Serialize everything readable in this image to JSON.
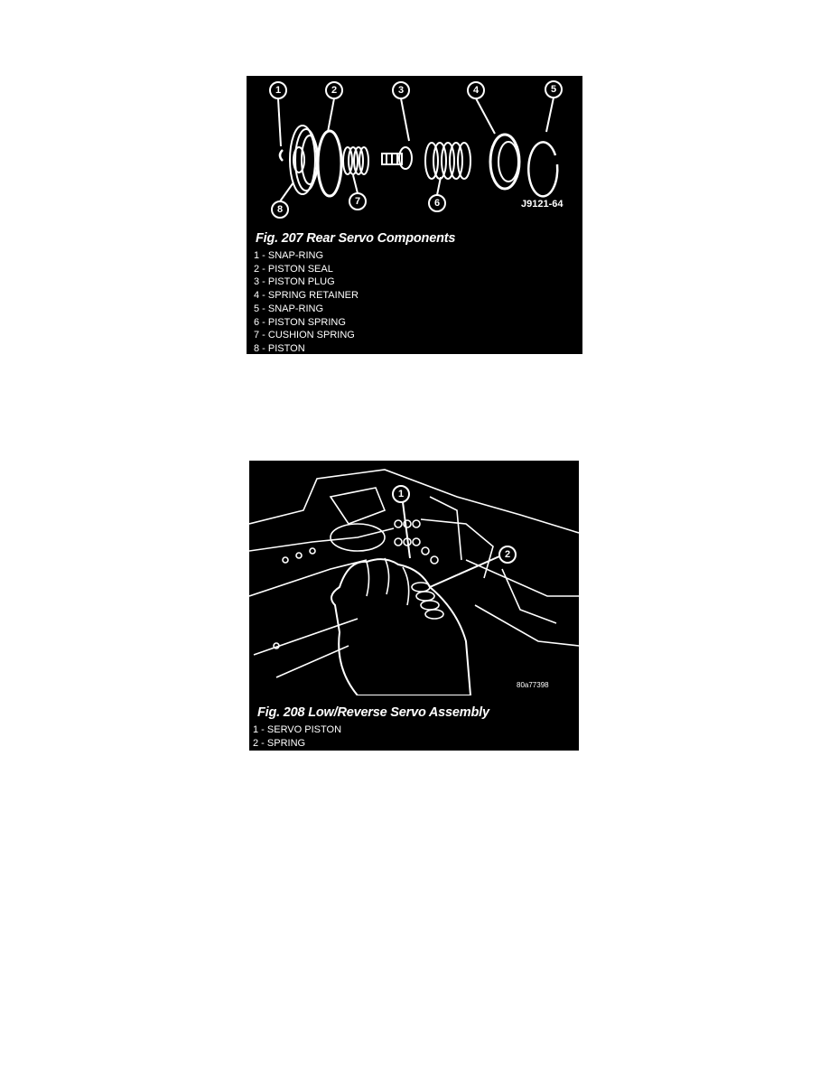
{
  "figures": [
    {
      "title": "Fig. 207 Rear Servo Components",
      "code": "J9121-64",
      "callouts": [
        "1",
        "2",
        "3",
        "4",
        "5",
        "6",
        "7",
        "8"
      ],
      "legend": [
        "1 - SNAP-RING",
        "2 - PISTON SEAL",
        "3 - PISTON PLUG",
        "4 - SPRING RETAINER",
        "5 - SNAP-RING",
        "6 - PISTON SPRING",
        "7 - CUSHION SPRING",
        "8 - PISTON"
      ]
    },
    {
      "title": "Fig. 208 Low/Reverse Servo Assembly",
      "code": "80a77398",
      "callouts": [
        "1",
        "2"
      ],
      "legend": [
        "1 - SERVO PISTON",
        "2 - SPRING"
      ]
    }
  ]
}
